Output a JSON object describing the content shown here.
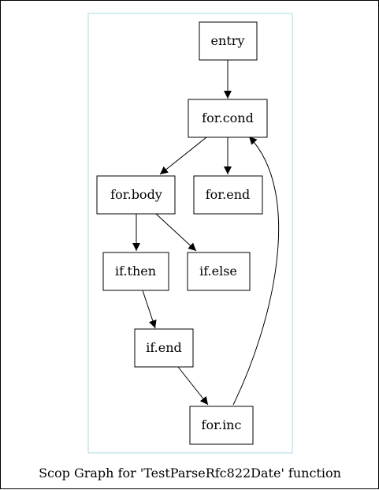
{
  "graph": {
    "caption": "Scop Graph for 'TestParseRfc822Date' function",
    "cluster_color": "#add8e6",
    "edge_color": "#000000",
    "nodes": {
      "entry": "entry",
      "for_cond": "for.cond",
      "for_body": "for.body",
      "for_end": "for.end",
      "if_then": "if.then",
      "if_else": "if.else",
      "if_end": "if.end",
      "for_inc": "for.inc"
    },
    "edges": [
      {
        "from": "entry",
        "to": "for.cond"
      },
      {
        "from": "for.cond",
        "to": "for.body"
      },
      {
        "from": "for.cond",
        "to": "for.end"
      },
      {
        "from": "for.body",
        "to": "if.then"
      },
      {
        "from": "for.body",
        "to": "if.else"
      },
      {
        "from": "if.then",
        "to": "if.end"
      },
      {
        "from": "if.end",
        "to": "for.inc"
      },
      {
        "from": "for.inc",
        "to": "for.cond"
      }
    ]
  }
}
